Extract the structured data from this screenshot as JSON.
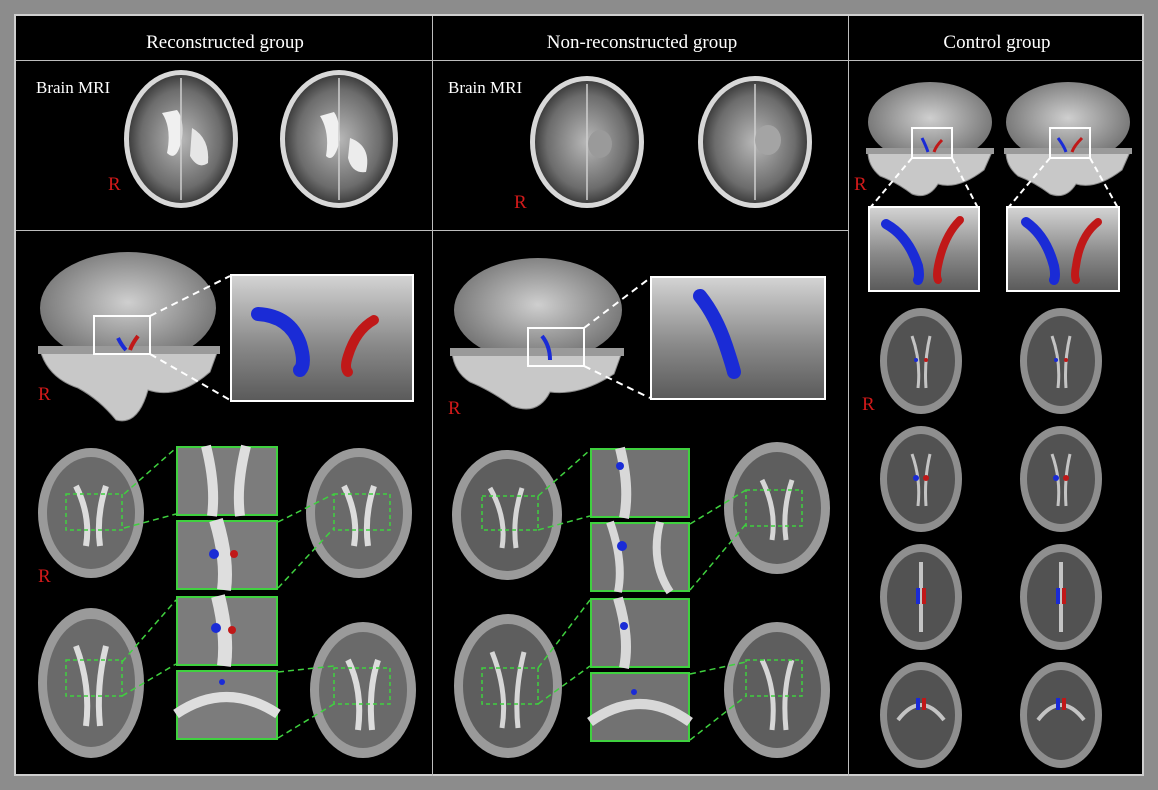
{
  "columns": [
    {
      "title": "Reconstructed group"
    },
    {
      "title": "Non-reconstructed group"
    },
    {
      "title": "Control group"
    }
  ],
  "mri_label": "Brain MRI",
  "side_marker": "R",
  "colors": {
    "left_tract": "#1a2bd6",
    "right_tract": "#c01818",
    "zoom_box_white": "#ffffff",
    "zoom_box_green": "#3fd13f",
    "side_marker": "#d21a1a"
  }
}
